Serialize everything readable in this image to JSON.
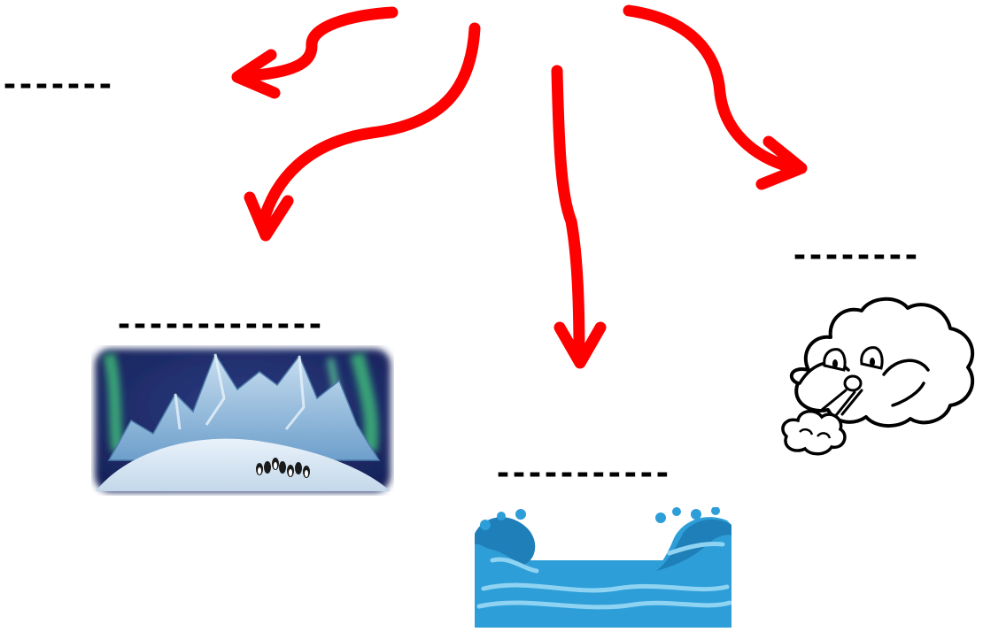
{
  "colors": {
    "arrow": "#ff0000",
    "ice_light": "#dce9f4",
    "ice_mid": "#8fb8dc",
    "sky_dark": "#17235a",
    "aurora": "#3fbf7a",
    "water": "#2d9ed8",
    "water_light": "#8fd3f2"
  },
  "blanks": {
    "top_left": "-------",
    "ice": "-------------",
    "water": "-----------",
    "wind_line1": "--------",
    "wind_line2": "-"
  },
  "images": {
    "ice": "icy-mountains-with-penguins",
    "water": "ocean-wave",
    "wind": "cloud-blowing-wind"
  }
}
